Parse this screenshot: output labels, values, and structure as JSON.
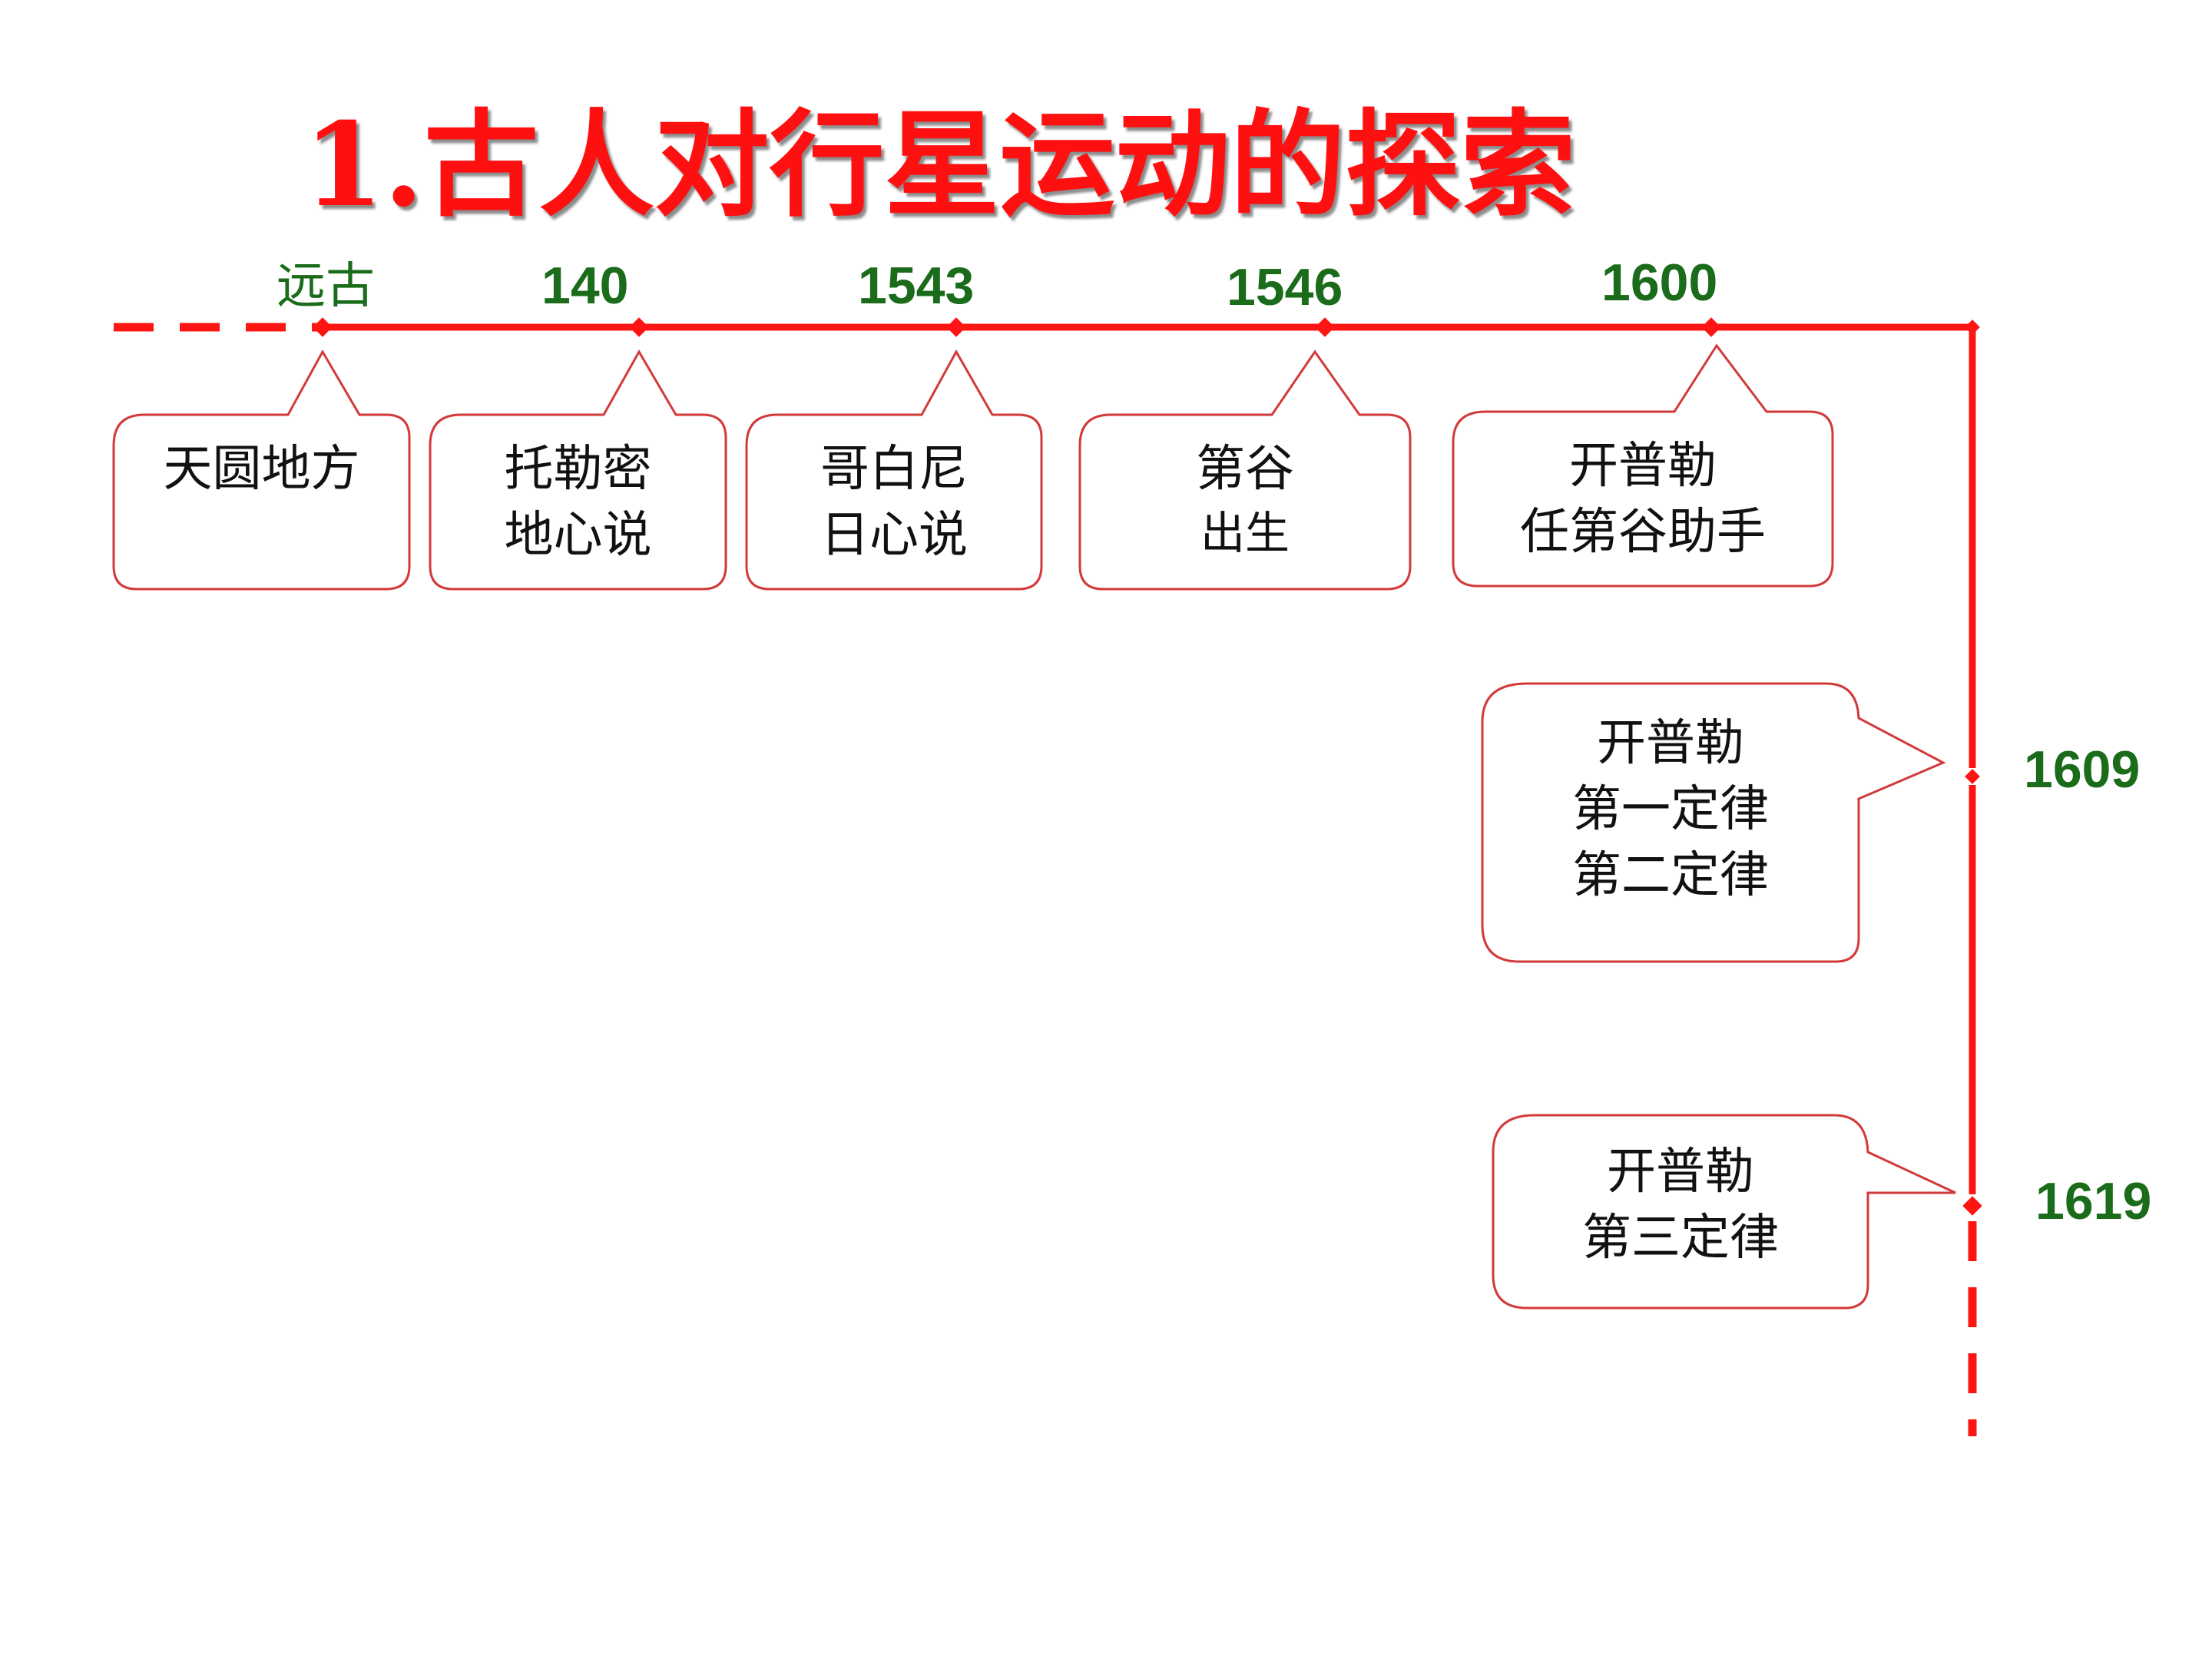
{
  "title": "1.古人对行星运动的探索",
  "colors": {
    "timeline": "#ff1414",
    "year": "#1a6b1a",
    "title": "#ff1010",
    "box_border": "#d23a3a"
  },
  "events": [
    {
      "year": "远古",
      "lines": [
        "天圆地方"
      ]
    },
    {
      "year": "140",
      "lines": [
        "托勒密",
        "地心说"
      ]
    },
    {
      "year": "1543",
      "lines": [
        "哥白尼",
        "日心说"
      ]
    },
    {
      "year": "1546",
      "lines": [
        "第谷",
        "出生"
      ]
    },
    {
      "year": "1600",
      "lines": [
        "开普勒",
        "任第谷助手"
      ]
    },
    {
      "year": "1609",
      "lines": [
        "开普勒",
        "第一定律",
        "第二定律"
      ]
    },
    {
      "year": "1619",
      "lines": [
        "开普勒",
        "第三定律"
      ]
    }
  ]
}
